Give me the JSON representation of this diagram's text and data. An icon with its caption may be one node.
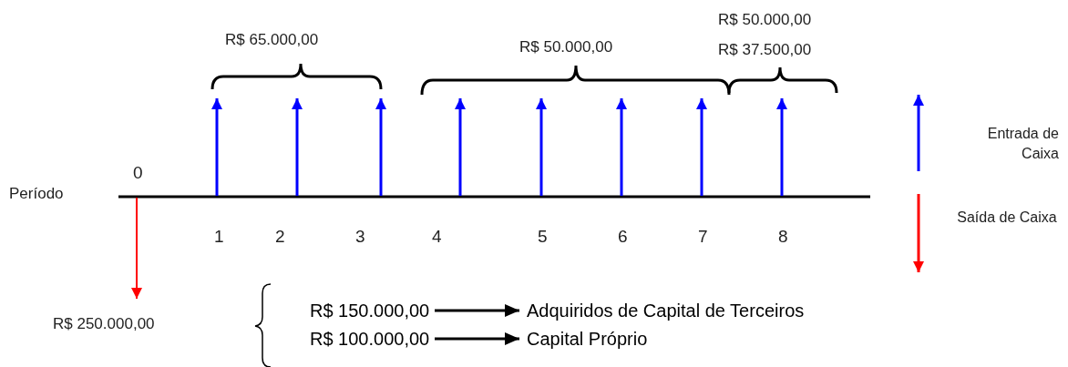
{
  "diagram": {
    "nodes": [
      {
        "text": [
          "R$ 150.000,00"
        ]
      },
      {
        "text": [
          "Adquiridos de Capital de Terceiros"
        ]
      },
      {
        "text": [
          "R$ 100.000,00"
        ]
      },
      {
        "text": [
          "Capital Próprio"
        ]
      }
    ],
    "edges": [
      {
        "from": 0,
        "to": 1,
        "arrow": "to"
      },
      {
        "from": 2,
        "to": 3,
        "arrow": "to"
      }
    ],
    "labels": [
      "R$ 50.000,00",
      "R$ 65.000,00",
      "R$ 50.000,00",
      "R$ 37.500,00",
      "0",
      "Período",
      "1",
      "2",
      "3",
      "4",
      "5",
      "6",
      "7",
      "8",
      "R$ 250.000,00"
    ],
    "legend": [
      {
        "text": "Entrada de Caixa"
      },
      {
        "text": "Saída de Caixa"
      }
    ]
  }
}
